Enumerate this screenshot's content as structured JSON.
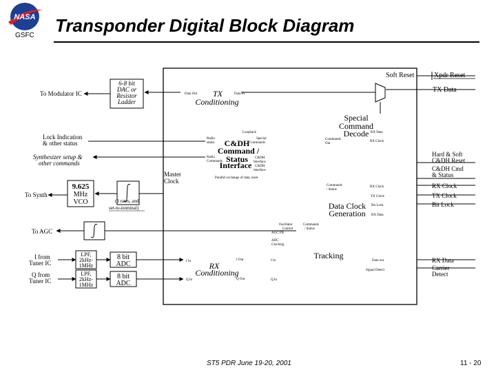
{
  "header": {
    "title": "Transponder Digital Block Diagram",
    "org": "GSFC",
    "logo_text": "NASA"
  },
  "footer": {
    "event": "ST5 PDR June 19-20, 2001",
    "page": "11 - 20"
  },
  "colors": {
    "logo_blue": "#1d3f94",
    "logo_red": "#d6202a",
    "line": "#000000"
  },
  "external": {
    "soft_reset": "Soft Reset",
    "xpdr_reset": "Xpdr Reset",
    "tx_data": "TX Data",
    "to_modulator": "To Modulator IC",
    "lock_indication": [
      "Lock Indication",
      "& other status"
    ],
    "synth_setup": [
      "Synthesizer setup &",
      "other commands"
    ],
    "hard_soft": [
      "Hard & Soft",
      "C&DH Reset"
    ],
    "cdh_cmd": [
      "C&DH Cmd",
      "& Status"
    ],
    "rx_clock_out": "RX Clock",
    "tx_clock_out": "TX Clock",
    "bit_lock": "Bit Lock",
    "to_synth": "To Synth",
    "to_agc": "To AGC",
    "i_from_tuner": [
      "I from",
      "Tuner IC"
    ],
    "q_from_tuner": [
      "Q from",
      "Tuner IC"
    ],
    "rx_data": "RX Data",
    "carrier_detect": [
      "Carrier",
      "Detect"
    ]
  },
  "blocks": {
    "dac": [
      "6-8 bit",
      "DAC or",
      "Resistor",
      "Ladder"
    ],
    "tx_cond": {
      "title": "TX",
      "subtitle": "Conditioning",
      "data_out": "Data Out",
      "data_in": "Data In"
    },
    "special_cmd": {
      "lines": [
        "Special",
        "Command",
        "Decode"
      ],
      "rx_data": "RX Data",
      "rx_clock": "RX Clock"
    },
    "cdh": {
      "lines": [
        "C&DH",
        "Command /",
        "Status",
        "Interface"
      ],
      "loopback": "Loopback",
      "radio_status": [
        "Radio",
        "status"
      ],
      "radio_commands": [
        "Radio",
        "Commands"
      ],
      "special_commands": [
        "Special",
        "Commands"
      ],
      "commands_out": [
        "Commands",
        "Out"
      ],
      "cdh_interface": [
        "C&DH",
        "Interface"
      ],
      "cdh_interface2": [
        "C&DH",
        "Interface"
      ],
      "parallel_note": "Parallel exchange of data, reset"
    },
    "master_clock": [
      "Master",
      "Clock"
    ],
    "vco": [
      "9.625",
      "MHz",
      "VCO"
    ],
    "integrator_note": [
      "(3 rates, and",
      "set-to-nominal)"
    ],
    "data_clock": {
      "lines": [
        "Data Clock",
        "Generation"
      ],
      "commands_status": [
        "Commands",
        "/ Status"
      ],
      "rx_clock": "RX Clock",
      "tx_clock": "TX Clock",
      "bit_lock": "Bit Lock",
      "rx_data": "RX Data"
    },
    "agc": {
      "oscillator_control": [
        "Oscillator",
        "Control"
      ],
      "commands_status": [
        "Commands",
        "/ Status"
      ],
      "agc_fb": "AGC FB",
      "adc_clocking": [
        "ADC",
        "Clocking"
      ]
    },
    "lpf_i": [
      "LPF,",
      "2kHz-",
      "1MHz"
    ],
    "lpf_q": [
      "LPF,",
      "2kHz-",
      "1MHz"
    ],
    "adc_i": [
      "8 bit",
      "ADC"
    ],
    "adc_q": [
      "8 bit",
      "ADC"
    ],
    "rx_cond": {
      "title": "RX",
      "subtitle": "Conditioning",
      "i_in": "I In",
      "q_in": "Q In",
      "i_out": "I Out",
      "q_out": "Q Out"
    },
    "tracking": {
      "title": "Tracking",
      "i_in": "I In",
      "q_in": "Q In",
      "data_out": "Data out",
      "signal_detect": "Signal Detect"
    }
  }
}
